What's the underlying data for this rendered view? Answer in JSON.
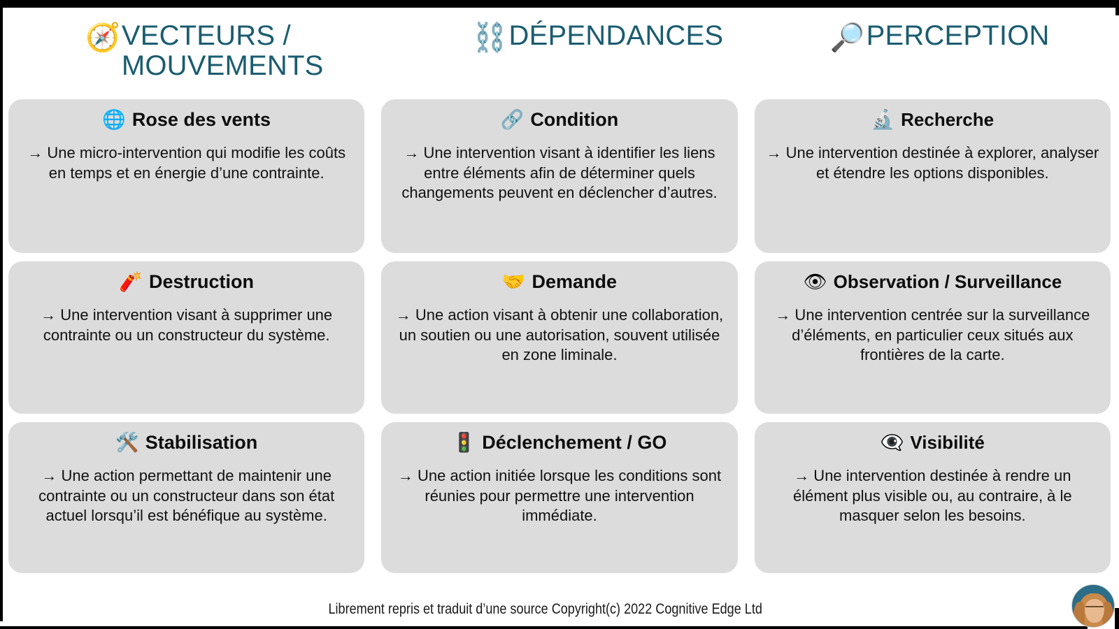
{
  "theme": {
    "heading_color": "#1a5c70",
    "card_bg": "#dcdcdc",
    "text_color": "#111111",
    "frame_color": "#000000"
  },
  "headers": [
    {
      "icon": "compass-icon",
      "glyph": "🧭",
      "label": "VECTEURS /\nMOUVEMENTS"
    },
    {
      "icon": "broken-chain-icon",
      "glyph": "⛓️",
      "label": "DÉPENDANCES"
    },
    {
      "icon": "magnifying-glass-icon",
      "glyph": "🔎",
      "label": "PERCEPTION"
    }
  ],
  "columns": [
    {
      "name": "vecteurs-mouvements",
      "cards": [
        {
          "icon": "globe-with-meridians-icon",
          "glyph": "🌐",
          "title": "Rose des vents",
          "description": "→ Une micro-intervention qui modifie les coûts en temps et en énergie d’une contrainte."
        },
        {
          "icon": "firecracker-icon",
          "glyph": "🧨",
          "title": "Destruction",
          "description": "→ Une intervention visant à supprimer une contrainte ou un constructeur du système."
        },
        {
          "icon": "hammer-and-wrench-icon",
          "glyph": "🛠️",
          "title": "Stabilisation",
          "description": "→ Une action permettant de maintenir une contrainte ou un constructeur dans son état actuel lorsqu’il est bénéfique au système."
        }
      ]
    },
    {
      "name": "dependances",
      "cards": [
        {
          "icon": "link-icon",
          "glyph": "🔗",
          "title": "Condition",
          "description": "→ Une intervention visant à identifier les liens entre éléments afin de déterminer quels changements peuvent en déclencher d’autres."
        },
        {
          "icon": "handshake-icon",
          "glyph": "🤝",
          "title": "Demande",
          "description": "→ Une action visant à obtenir une collaboration, un soutien ou une autorisation, souvent utilisée en zone liminale."
        },
        {
          "icon": "vertical-traffic-light-icon",
          "glyph": "🚦",
          "title": "Déclenchement / GO",
          "description": "→ Une action initiée lorsque les conditions sont réunies pour permettre une intervention immédiate."
        }
      ]
    },
    {
      "name": "perception",
      "cards": [
        {
          "icon": "microscope-icon",
          "glyph": "🔬",
          "title": "Recherche",
          "description": "→ Une intervention destinée à explorer, analyser et étendre les options disponibles."
        },
        {
          "icon": "eye-icon",
          "glyph": "👁",
          "title": "Observation / Surveillance",
          "description": "→ Une intervention centrée sur la surveillance d’éléments, en particulier ceux situés aux frontières de la carte."
        },
        {
          "icon": "eye-in-speech-bubble-icon",
          "glyph": "👁️‍🗨️",
          "title": "Visibilité",
          "description": "→ Une intervention destinée à rendre un élément plus visible ou, au contraire, à le masquer selon les besoins."
        }
      ]
    }
  ],
  "footer": {
    "credit": "Librement repris et traduit d’une source Copyright(c) 2022 Cognitive Edge Ltd"
  }
}
